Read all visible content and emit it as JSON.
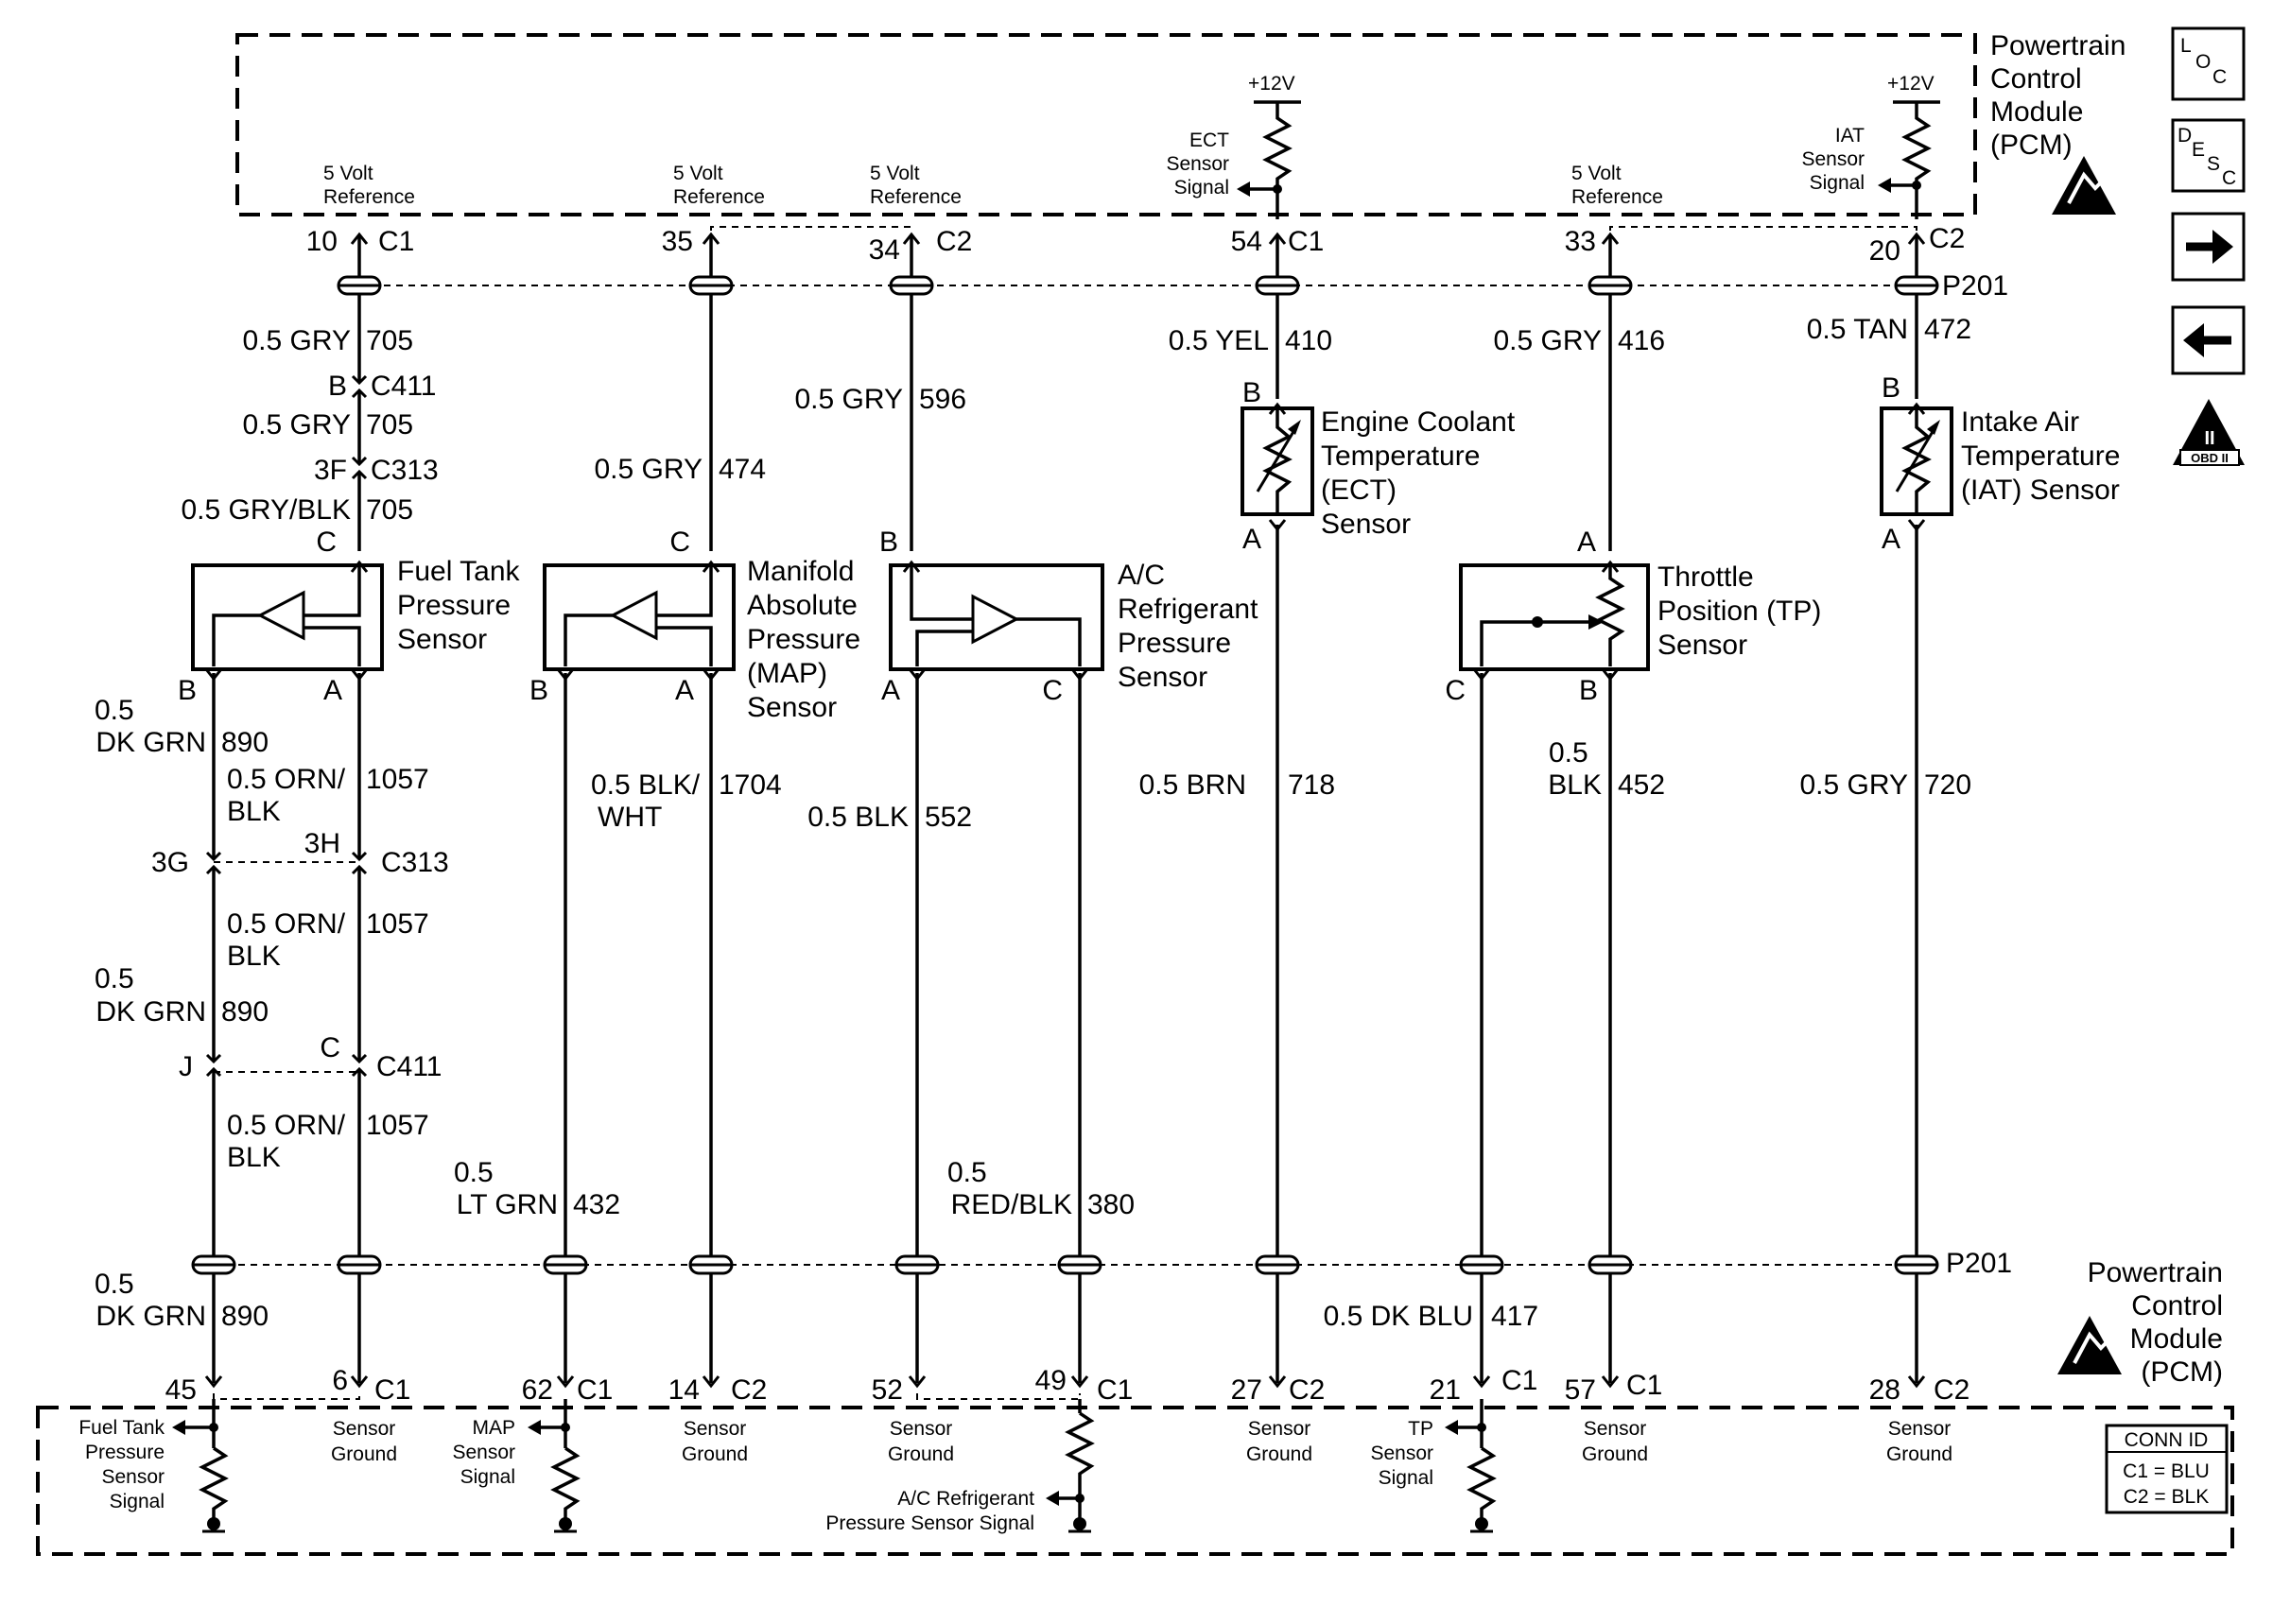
{
  "pcm_top": {
    "title_lines": [
      "Powertrain",
      "Control",
      "Module",
      "(PCM)"
    ],
    "internal": {
      "ref_5v_a": [
        "5 Volt",
        "Reference"
      ],
      "ref_5v_b": [
        "5 Volt",
        "Reference"
      ],
      "ref_5v_c": [
        "5 Volt",
        "Reference"
      ],
      "ref_5v_d": [
        "5 Volt",
        "Reference"
      ],
      "ect_signal": [
        "ECT",
        "Sensor",
        "Signal"
      ],
      "iat_signal": [
        "IAT",
        "Sensor",
        "Signal"
      ],
      "v12_a": "+12V",
      "v12_b": "+12V"
    },
    "pins": {
      "p10": "10",
      "c1_a": "C1",
      "p35": "35",
      "p34": "34",
      "c2_a": "C2",
      "p54": "54",
      "c1_b": "C1",
      "p33": "33",
      "p20": "20",
      "c2_b": "C2"
    }
  },
  "pcm_bottom": {
    "title_lines": [
      "Powertrain",
      "Control",
      "Module",
      "(PCM)"
    ],
    "pins": {
      "p45": "45",
      "p6": "6",
      "c1_a": "C1",
      "p62": "62",
      "c1_b": "C1",
      "p14": "14",
      "c2_a": "C2",
      "p52": "52",
      "p49": "49",
      "c1_c": "C1",
      "p27": "27",
      "c2_b": "C2",
      "p21": "21",
      "c1_d": "C1",
      "p57": "57",
      "c1_e": "C1",
      "p28": "28",
      "c2_c": "C2"
    },
    "internal": {
      "ftp_signal": [
        "Fuel Tank",
        "Pressure",
        "Sensor",
        "Signal"
      ],
      "gnd_a": [
        "Sensor",
        "Ground"
      ],
      "map_signal": [
        "MAP",
        "Sensor",
        "Signal"
      ],
      "gnd_b": [
        "Sensor",
        "Ground"
      ],
      "gnd_c": [
        "Sensor",
        "Ground"
      ],
      "ac_signal": [
        "A/C Refrigerant",
        "Pressure Sensor Signal"
      ],
      "gnd_d": [
        "Sensor",
        "Ground"
      ],
      "tp_signal": [
        "TP",
        "Sensor",
        "Signal"
      ],
      "gnd_e": [
        "Sensor",
        "Ground"
      ],
      "gnd_f": [
        "Sensor",
        "Ground"
      ]
    }
  },
  "conn_id": {
    "title": "CONN ID",
    "line1": "C1 = BLU",
    "line2": "C2 = BLK"
  },
  "splices": {
    "top": "P201",
    "bottom": "P201"
  },
  "connectors": {
    "c411_top": "C411",
    "b": "B",
    "c313_top": "C313",
    "f3": "3F",
    "c313_mid": "C313",
    "g3": "3G",
    "h3": "3H",
    "c411_mid": "C411",
    "j": "J",
    "c": "C"
  },
  "wires": {
    "w705a": [
      "0.5 GRY",
      "705"
    ],
    "w705b": [
      "0.5 GRY",
      "705"
    ],
    "w705c": [
      "0.5 GRY/BLK",
      "705"
    ],
    "w474": [
      "0.5 GRY",
      "474"
    ],
    "w596": [
      "0.5 GRY",
      "596"
    ],
    "w410": [
      "0.5 YEL",
      "410"
    ],
    "w416": [
      "0.5 GRY",
      "416"
    ],
    "w472": [
      "0.5 TAN",
      "472"
    ],
    "w890a": [
      "0.5",
      "DK GRN",
      "890"
    ],
    "w1057a": [
      "0.5 ORN/",
      "BLK",
      "1057"
    ],
    "w1057b": [
      "0.5 ORN/",
      "BLK",
      "1057"
    ],
    "w890b": [
      "0.5",
      "DK GRN",
      "890"
    ],
    "w1057c": [
      "0.5 ORN/",
      "BLK",
      "1057"
    ],
    "w890c": [
      "0.5",
      "DK GRN",
      "890"
    ],
    "w1704": [
      "0.5 BLK/",
      "WHT",
      "1704"
    ],
    "w432": [
      "0.5",
      "LT GRN",
      "432"
    ],
    "w552": [
      "0.5 BLK",
      "552"
    ],
    "w380": [
      "0.5",
      "RED/BLK",
      "380"
    ],
    "w718": [
      "0.5 BRN",
      "718"
    ],
    "w417": [
      "0.5 DK BLU",
      "417"
    ],
    "w452": [
      "0.5",
      "BLK",
      "452"
    ],
    "w720": [
      "0.5 GRY",
      "720"
    ]
  },
  "sensors": {
    "ftp": {
      "name_lines": [
        "Fuel Tank",
        "Pressure",
        "Sensor"
      ],
      "pins": [
        "C",
        "B",
        "A"
      ]
    },
    "map": {
      "name_lines": [
        "Manifold",
        "Absolute",
        "Pressure",
        "(MAP)",
        "Sensor"
      ],
      "pins": [
        "C",
        "B",
        "A"
      ]
    },
    "ac": {
      "name_lines": [
        "A/C",
        "Refrigerant",
        "Pressure",
        "Sensor"
      ],
      "pins": [
        "B",
        "A",
        "C"
      ]
    },
    "ect": {
      "name_lines": [
        "Engine Coolant",
        "Temperature",
        "(ECT)",
        "Sensor"
      ],
      "pins": [
        "B",
        "A"
      ]
    },
    "tp": {
      "name_lines": [
        "Throttle",
        "Position (TP)",
        "Sensor"
      ],
      "pins": [
        "A",
        "C",
        "B"
      ]
    },
    "iat": {
      "name_lines": [
        "Intake Air",
        "Temperature",
        "(IAT) Sensor"
      ],
      "pins": [
        "B",
        "A"
      ]
    }
  },
  "side_icons": {
    "loc": {
      "l": "L",
      "o": "O",
      "c": "C"
    },
    "desc": {
      "d": "D",
      "e": "E",
      "s": "S",
      "c": "C"
    },
    "obd": {
      "numeral": "II",
      "label": "OBD II"
    }
  }
}
